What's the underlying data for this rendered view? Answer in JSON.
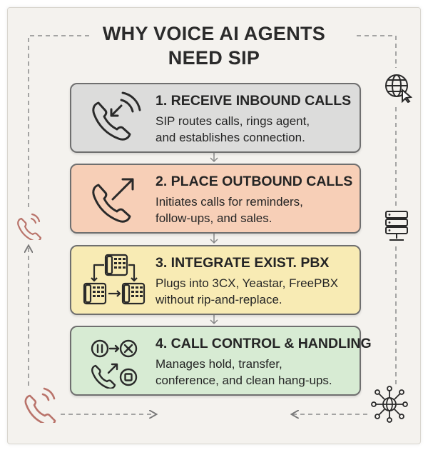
{
  "title": {
    "line1": "WHY VOICE AI AGENTS",
    "line2": "NEED SIP"
  },
  "steps": [
    {
      "heading": "1. RECEIVE INBOUND CALLS",
      "desc_lines": [
        "SIP routes calls, rings agent,",
        "and establishes connection."
      ],
      "color": "#dcdcdb",
      "icon": "phone-incoming-icon"
    },
    {
      "heading": "2. PLACE OUTBOUND CALLS",
      "desc_lines": [
        "Initiates calls for reminders,",
        "follow-ups, and sales."
      ],
      "color": "#f7cfb7",
      "icon": "phone-outgoing-icon"
    },
    {
      "heading": "3. INTEGRATE EXIST. PBX",
      "desc_lines": [
        "Plugs into 3CX, Yeastar, FreePBX",
        "without rip-and-replace."
      ],
      "color": "#f8ebb4",
      "icon": "pbx-desk-phones-icon"
    },
    {
      "heading": "4. CALL CONTROL & HANDLING",
      "desc_lines": [
        "Manages hold, transfer,",
        "conference, and clean hang-ups."
      ],
      "color": "#d7ebd3",
      "icon": "call-control-icon"
    }
  ],
  "side_icons": [
    "globe-cursor-icon",
    "server-rack-icon",
    "network-hub-icon",
    "ringing-phone-icon"
  ],
  "accent": {
    "phone": "#b9736a",
    "line": "#8a8a8a"
  }
}
